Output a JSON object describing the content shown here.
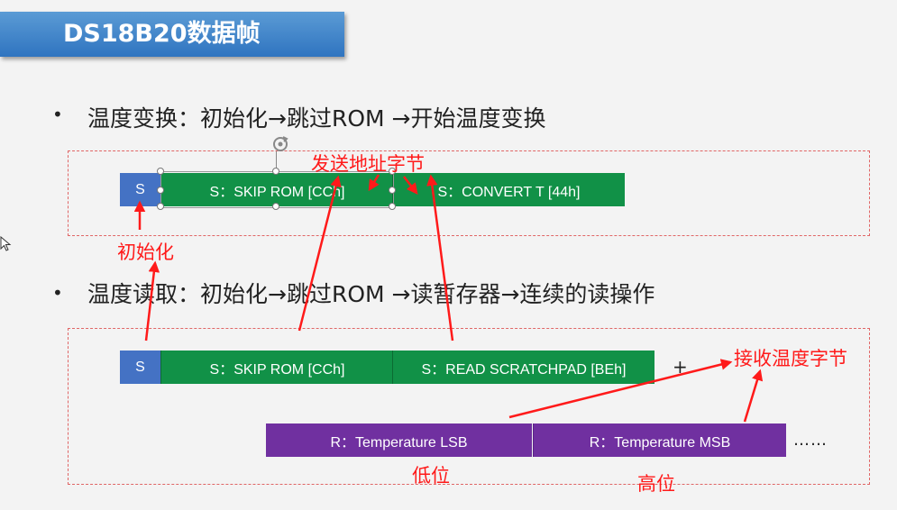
{
  "title": "DS18B20数据帧",
  "section1": {
    "text": "温度变换：初始化→跳过ROM →开始温度变换",
    "frames": [
      "S",
      "S：SKIP ROM [CCh]",
      "S：CONVERT T [44h]"
    ]
  },
  "section2": {
    "text": "温度读取：初始化→跳过ROM →读暂存器→连续的读操作",
    "frames": [
      "S",
      "S：SKIP ROM [CCh]",
      "S：READ SCRATCHPAD [BEh]"
    ],
    "plus": "+",
    "read_frames": [
      "R：Temperature LSB",
      "R：Temperature MSB"
    ],
    "ellipsis": "……"
  },
  "annotations": {
    "send_address": "发送地址字节",
    "init": "初始化",
    "receive_temp": "接收温度字节",
    "low": "低位",
    "high": "高位"
  },
  "colors": {
    "title_bg": "#2f74c0",
    "start_block": "#4472c4",
    "command_block": "#119147",
    "read_block": "#7030a0",
    "annotation": "#ff1a1a",
    "dashed_border": "#e06666"
  },
  "icons": [
    "rotate-handle-icon",
    "mouse-cursor-icon"
  ]
}
